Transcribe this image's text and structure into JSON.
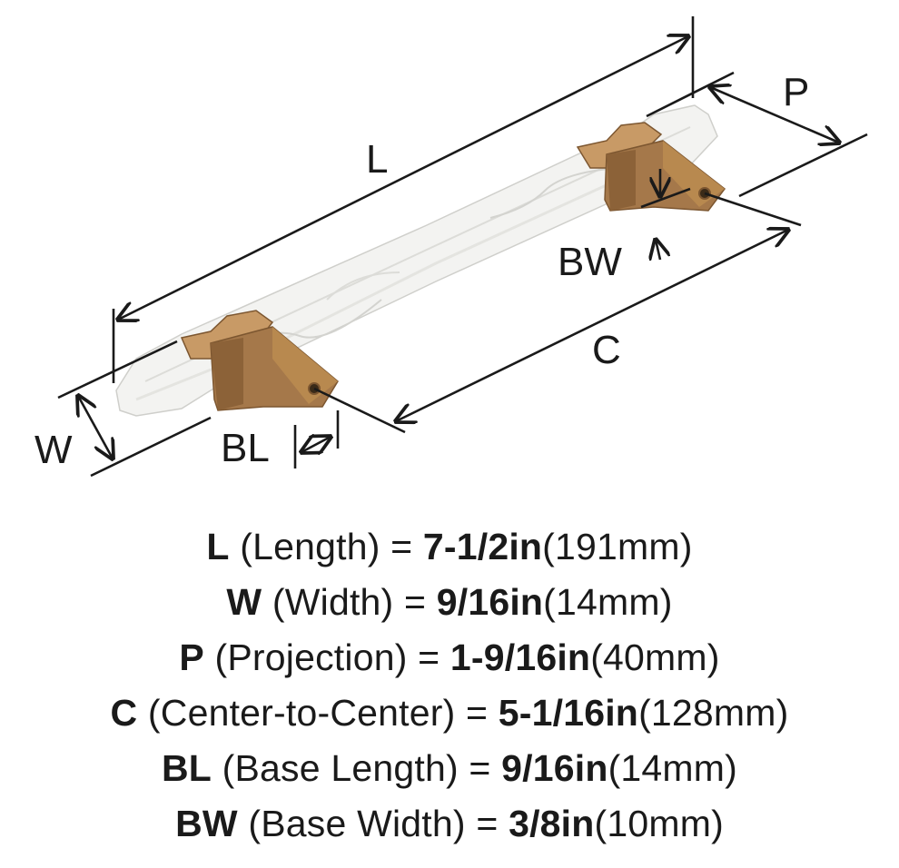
{
  "diagram": {
    "labels": {
      "length": "L",
      "width": "W",
      "projection": "P",
      "center": "C",
      "base_length": "BL",
      "base_width": "BW"
    },
    "colors": {
      "handle": "#f3f3f1",
      "handle_shade": "#d9d9d6",
      "base": "#a5784a",
      "base_dark": "#7c5630",
      "base_light": "#c89a66",
      "lines": "#1a1a1a"
    }
  },
  "specs": [
    {
      "abbr": "L",
      "name": "(Length) =",
      "imperial": "7-1/2in",
      "metric": "(191mm)"
    },
    {
      "abbr": "W",
      "name": "(Width) =",
      "imperial": "9/16in",
      "metric": "(14mm)"
    },
    {
      "abbr": "P",
      "name": "(Projection) =",
      "imperial": "1-9/16in",
      "metric": "(40mm)"
    },
    {
      "abbr": "C",
      "name": "(Center-to-Center) =",
      "imperial": "5-1/16in",
      "metric": "(128mm)"
    },
    {
      "abbr": "BL",
      "name": "(Base Length) =",
      "imperial": "9/16in",
      "metric": "(14mm)"
    },
    {
      "abbr": "BW",
      "name": "(Base Width) =",
      "imperial": "3/8in",
      "metric": "(10mm)"
    }
  ]
}
